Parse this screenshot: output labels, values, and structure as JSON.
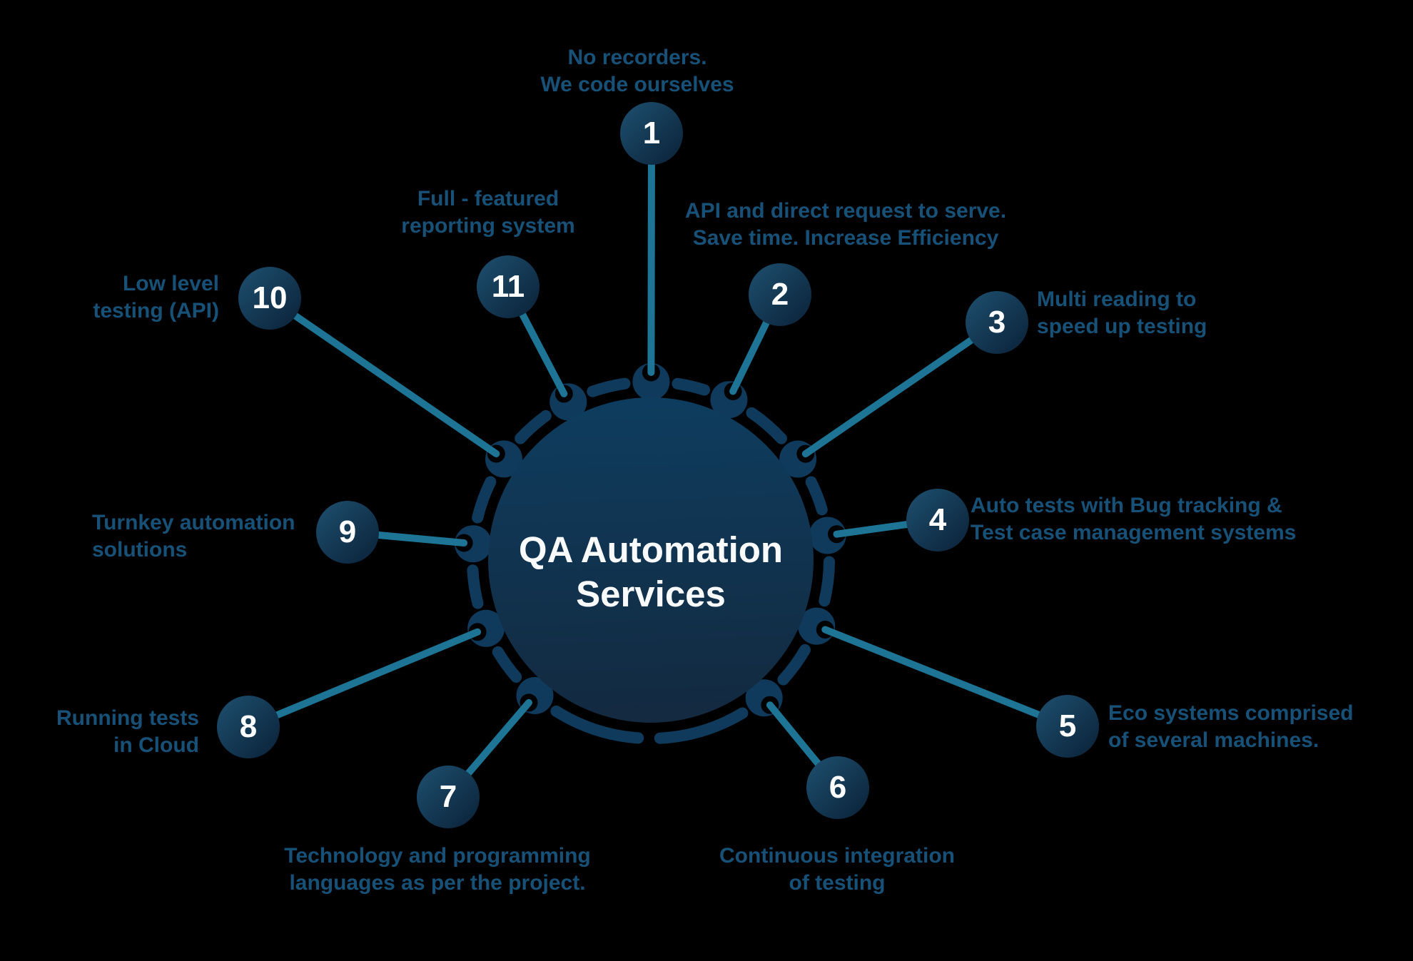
{
  "title": {
    "line1": "QA Automation",
    "line2": "Services"
  },
  "nodes": [
    {
      "id": 1,
      "number": "1",
      "lines": [
        "No recorders.",
        "We code ourselves"
      ]
    },
    {
      "id": 2,
      "number": "2",
      "lines": [
        "API and direct request to serve.",
        "Save time. Increase Efficiency"
      ]
    },
    {
      "id": 3,
      "number": "3",
      "lines": [
        "Multi reading to",
        "speed up testing"
      ]
    },
    {
      "id": 4,
      "number": "4",
      "lines": [
        "Auto tests with Bug tracking &",
        "Test case management systems"
      ]
    },
    {
      "id": 5,
      "number": "5",
      "lines": [
        "Eco systems comprised",
        "of several machines."
      ]
    },
    {
      "id": 6,
      "number": "6",
      "lines": [
        "Continuous integration",
        "of testing"
      ]
    },
    {
      "id": 7,
      "number": "7",
      "lines": [
        "Technology and programming",
        "languages as per the project."
      ]
    },
    {
      "id": 8,
      "number": "8",
      "lines": [
        "Running tests",
        "in Cloud"
      ]
    },
    {
      "id": 9,
      "number": "9",
      "lines": [
        "Turnkey automation",
        "solutions"
      ]
    },
    {
      "id": 10,
      "number": "10",
      "lines": [
        "Low level",
        "testing (API)"
      ]
    },
    {
      "id": 11,
      "number": "11",
      "lines": [
        "Full - featured",
        "reporting system"
      ]
    }
  ],
  "colors": {
    "background": "#000000",
    "hub_gradient_top": "#0e3d5f",
    "hub_gradient_bottom": "#13293f",
    "ring": "#0f3a5b",
    "connector": "#1d7495",
    "node_gradient_light": "#1d506f",
    "node_gradient_dark": "#0b2138",
    "label_text": "#185177",
    "title_text": "#f8fafc",
    "node_number_text": "#ffffff"
  }
}
